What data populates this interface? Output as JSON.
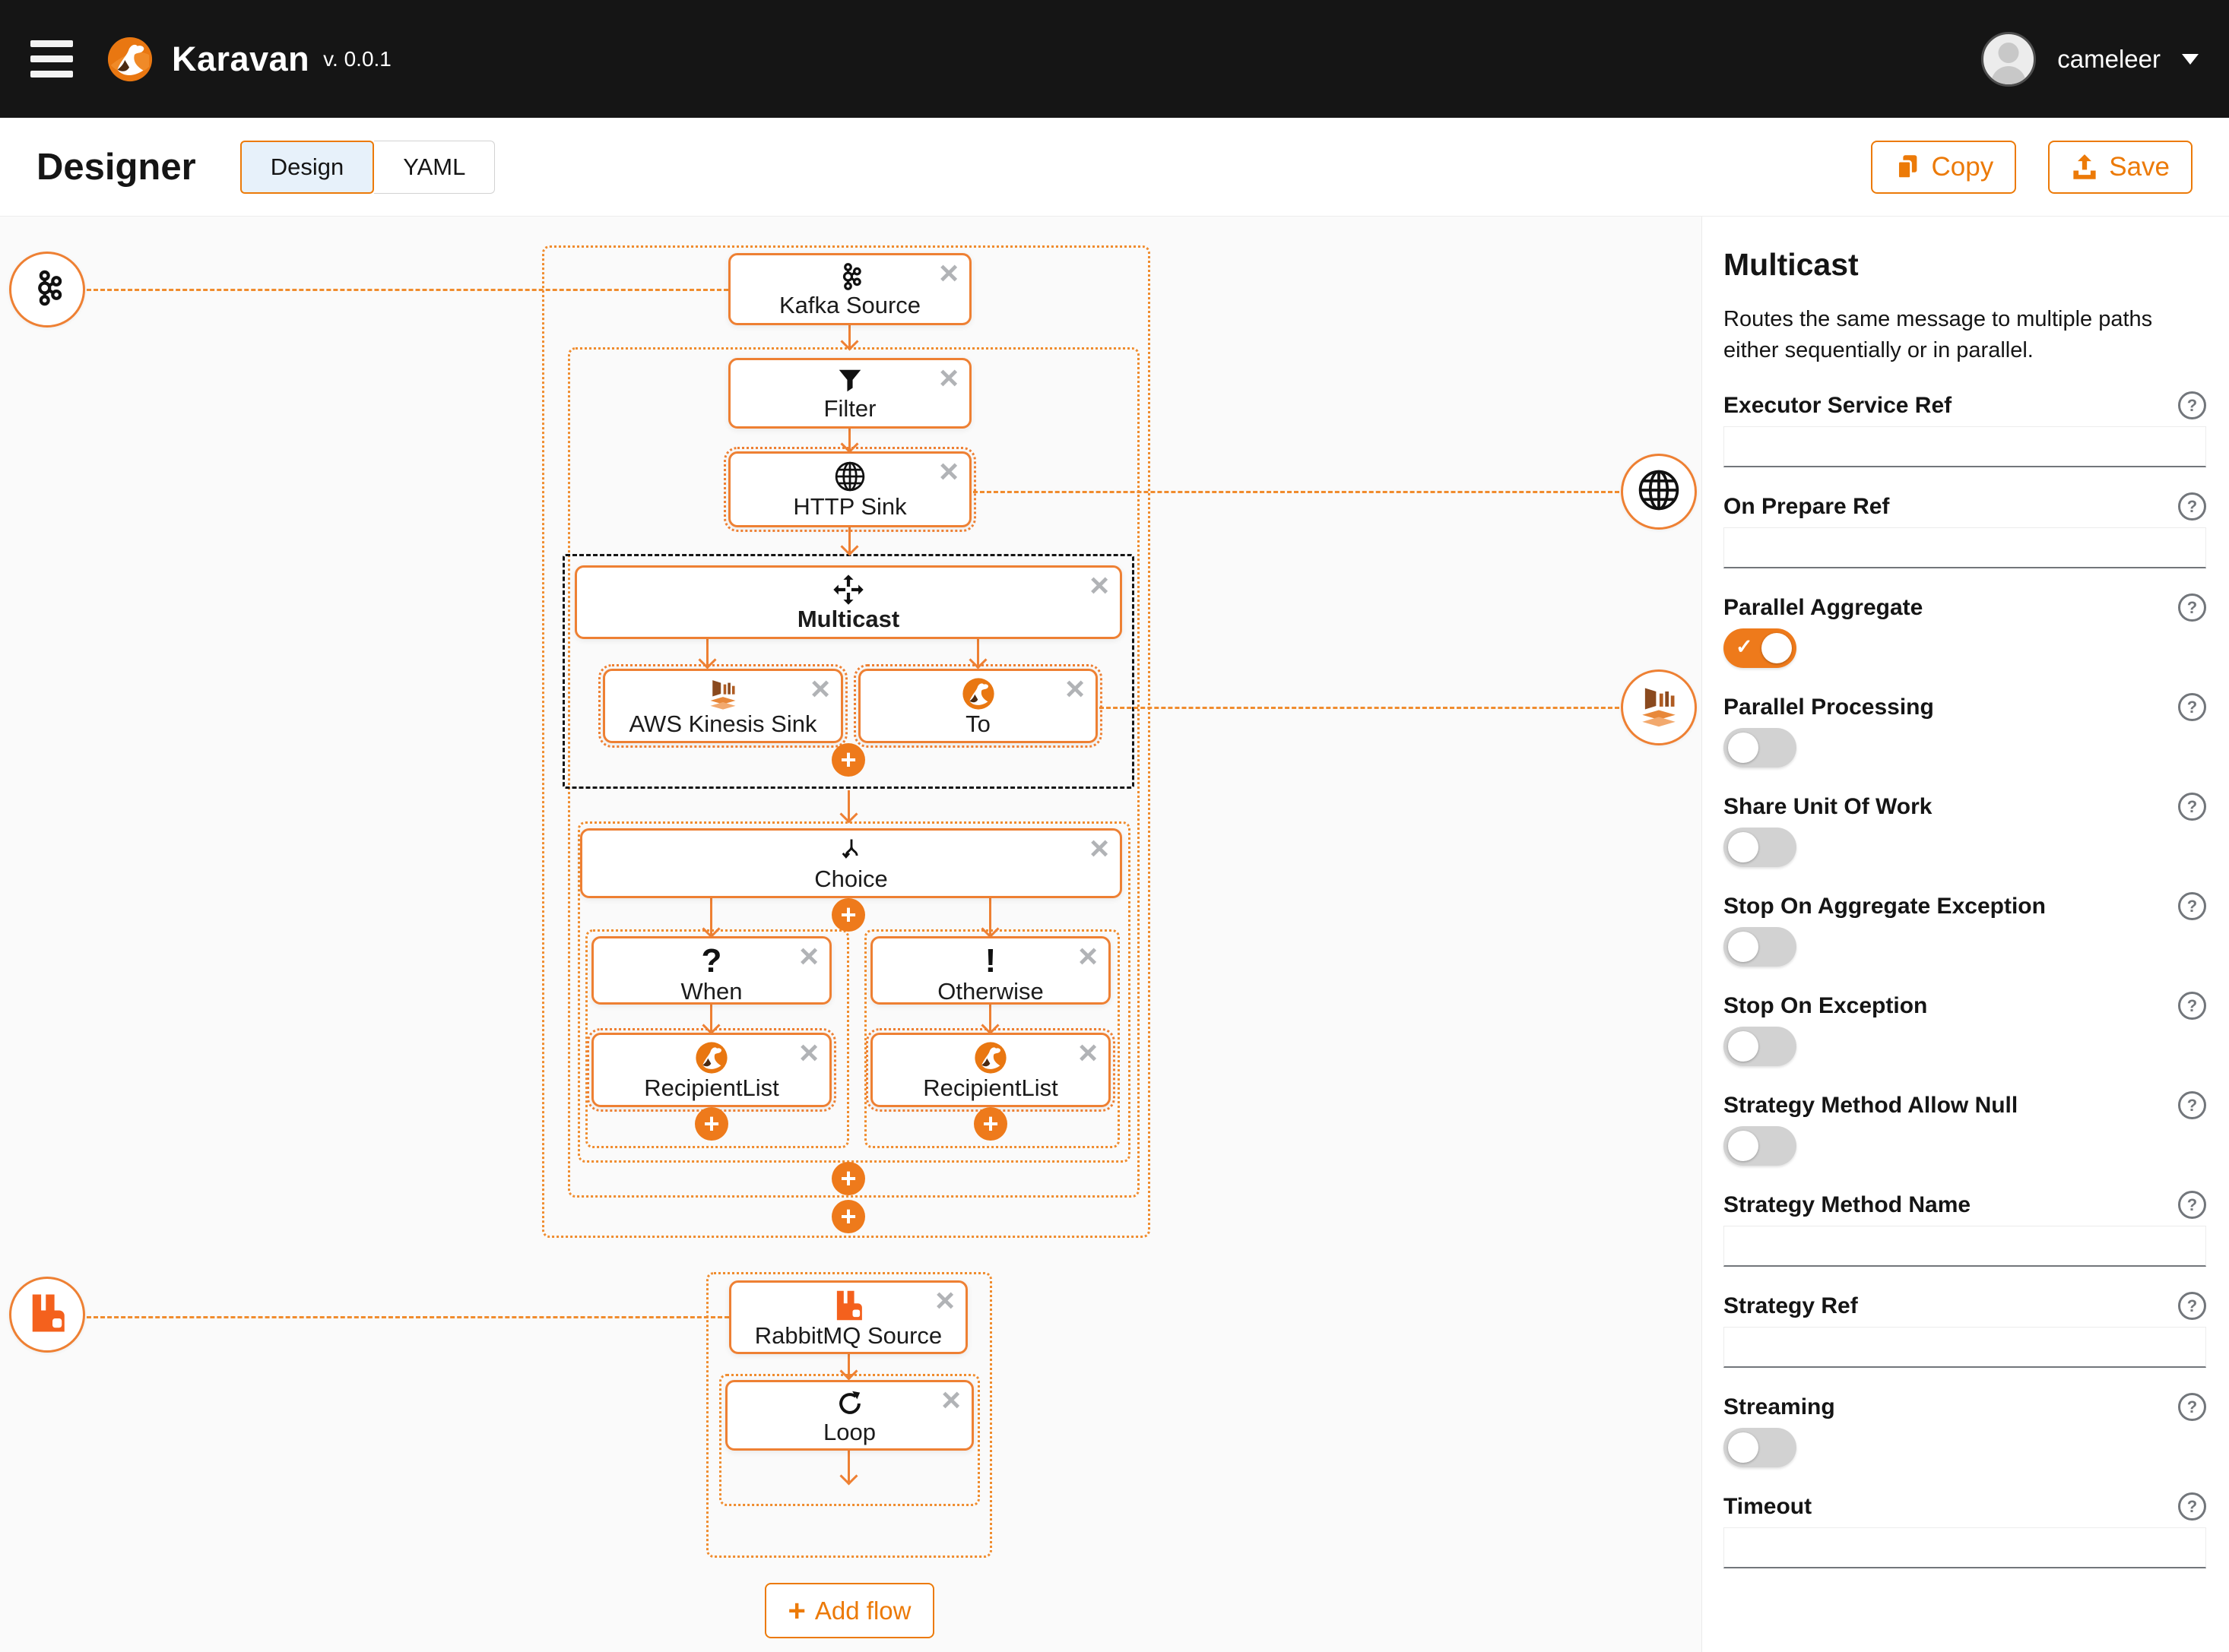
{
  "colors": {
    "accent": "#EC7A08",
    "header_bg": "#151515",
    "selected_tab_bg": "#e7f1fa",
    "canvas_bg": "#fafafa",
    "selection_dash": "#151515",
    "muted_icon": "#b1b3b6"
  },
  "icons": {
    "close": "×",
    "plus": "+",
    "check": "✓",
    "question": "?",
    "exclamation": "!",
    "help": "?"
  },
  "header": {
    "app_name": "Karavan",
    "version": "v. 0.0.1",
    "user_name": "cameleer"
  },
  "toolbar": {
    "page_title": "Designer",
    "tabs": [
      {
        "label": "Design",
        "active": true
      },
      {
        "label": "YAML",
        "active": false
      }
    ],
    "copy_label": "Copy",
    "save_label": "Save"
  },
  "canvas": {
    "add_flow_label": "Add flow",
    "nodes": [
      {
        "label": "Kafka Source",
        "icon": "kafka-icon"
      },
      {
        "label": "Filter",
        "icon": "filter-icon"
      },
      {
        "label": "HTTP Sink",
        "icon": "globe-icon"
      },
      {
        "label": "Multicast",
        "icon": "move-icon"
      },
      {
        "label": "AWS Kinesis Sink",
        "icon": "aws-kinesis-icon"
      },
      {
        "label": "To",
        "icon": "camel-icon"
      },
      {
        "label": "Choice",
        "icon": "choice-branch-icon"
      },
      {
        "label": "When",
        "icon": "question-icon"
      },
      {
        "label": "Otherwise",
        "icon": "exclamation-icon"
      },
      {
        "label": "RecipientList",
        "icon": "camel-icon"
      },
      {
        "label": "RecipientList",
        "icon": "camel-icon"
      },
      {
        "label": "RabbitMQ Source",
        "icon": "rabbitmq-icon"
      },
      {
        "label": "Loop",
        "icon": "loop-icon"
      }
    ],
    "ports": [
      {
        "icon": "kafka-icon"
      },
      {
        "icon": "globe-icon"
      },
      {
        "icon": "aws-kinesis-icon"
      },
      {
        "icon": "rabbitmq-icon"
      }
    ]
  },
  "properties": {
    "title": "Multicast",
    "description": "Routes the same message to multiple paths either sequentially or in parallel.",
    "fields": [
      {
        "label": "Executor Service Ref",
        "type": "text",
        "value": ""
      },
      {
        "label": "On Prepare Ref",
        "type": "text",
        "value": ""
      },
      {
        "label": "Parallel Aggregate",
        "type": "switch",
        "value": true
      },
      {
        "label": "Parallel Processing",
        "type": "switch",
        "value": false
      },
      {
        "label": "Share Unit Of Work",
        "type": "switch",
        "value": false
      },
      {
        "label": "Stop On Aggregate Exception",
        "type": "switch",
        "value": false
      },
      {
        "label": "Stop On Exception",
        "type": "switch",
        "value": false
      },
      {
        "label": "Strategy Method Allow Null",
        "type": "switch",
        "value": false
      },
      {
        "label": "Strategy Method Name",
        "type": "text",
        "value": ""
      },
      {
        "label": "Strategy Ref",
        "type": "text",
        "value": ""
      },
      {
        "label": "Streaming",
        "type": "switch",
        "value": false
      },
      {
        "label": "Timeout",
        "type": "text",
        "value": ""
      }
    ]
  }
}
